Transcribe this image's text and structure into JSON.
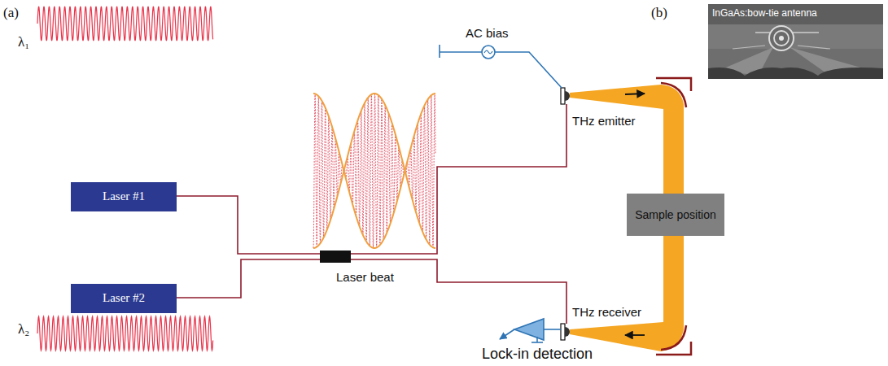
{
  "diagram": {
    "nodes": [
      {
        "text": [
          "Laser #1"
        ]
      },
      {
        "text": [
          "Laser #2"
        ]
      },
      {
        "text": [
          "Sample position"
        ]
      },
      {
        "text": [
          "InGaAs:bow-tie antenna"
        ]
      }
    ],
    "labels": [
      "(a)",
      "λ₁",
      "AC bias",
      "(b)",
      "THz emitter",
      "Laser beat",
      "THz receiver",
      "λ₂",
      "Lock-in detection"
    ]
  }
}
